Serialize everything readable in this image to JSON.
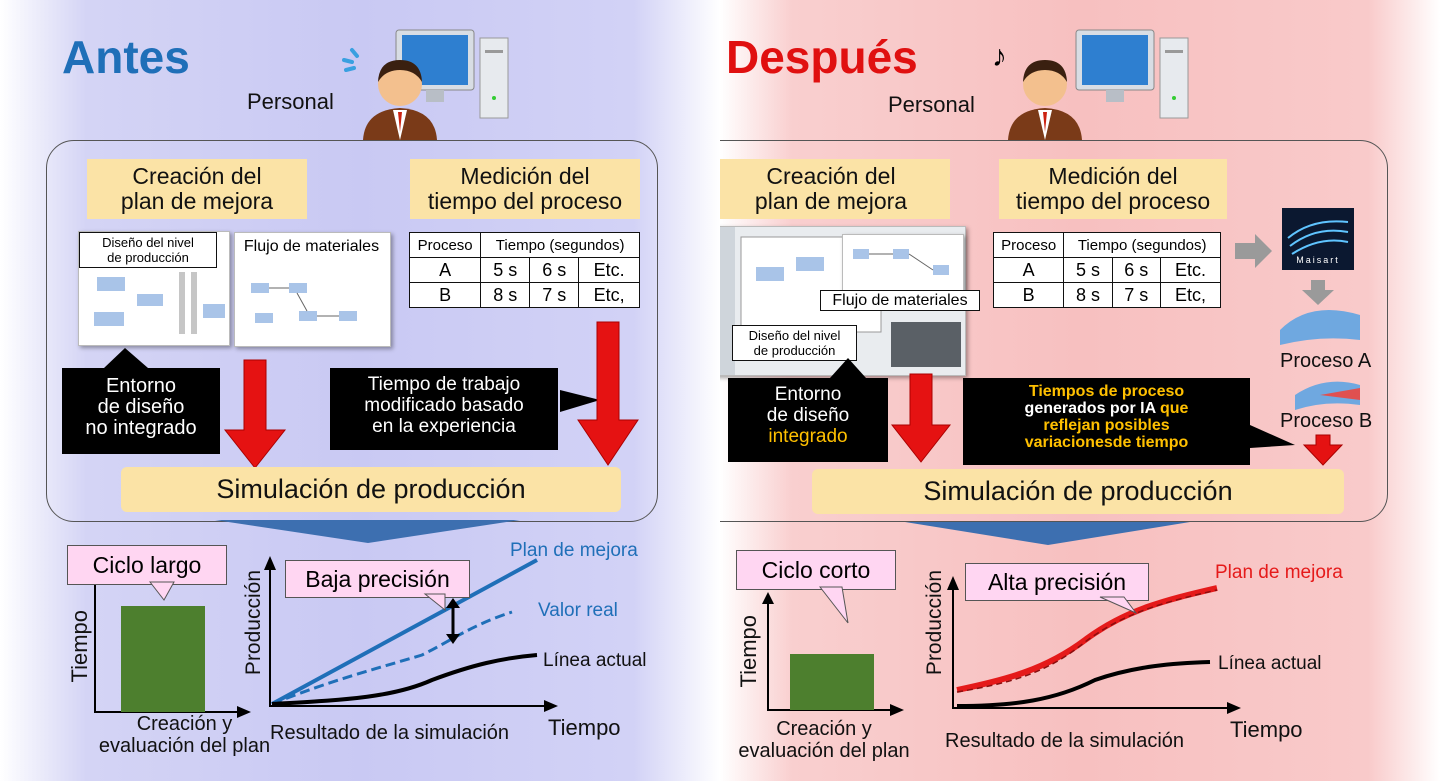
{
  "left": {
    "title": "Antes",
    "personal": "Personal",
    "plan_box": "Creación del\nplan de mejora",
    "measure_box": "Medición del\ntiempo del proceso",
    "card_nivel": "Diseño del nivel\nde producción",
    "card_flujo": "Flujo de materiales",
    "table": {
      "headers": [
        "Proceso",
        "Tiempo (segundos)"
      ],
      "rows": [
        [
          "A",
          "5 s",
          "6 s",
          "Etc."
        ],
        [
          "B",
          "8 s",
          "7 s",
          "Etc,"
        ]
      ]
    },
    "env_box": "Entorno\nde diseño\nno integrado",
    "work_box": "Tiempo de trabajo\nmodificado basado\nen la experiencia",
    "sim": "Simulación de producción",
    "cycle": "Ciclo largo",
    "cycle_ylabel": "Tiempo",
    "cycle_xlabel": "Creación y\nevaluación del plan",
    "precision": "Baja precisión",
    "ylabel": "Producción",
    "xlabel": "Tiempo",
    "result": "Resultado de la simulación",
    "series_plan": "Plan de mejora",
    "series_real": "Valor real",
    "series_line": "Línea actual"
  },
  "right": {
    "title": "Después",
    "personal": "Personal",
    "plan_box": "Creación del\nplan de mejora",
    "measure_box": "Medición del\ntiempo del proceso",
    "card_flujo": "Flujo de materiales",
    "card_nivel": "Diseño del nivel\nde producción",
    "table": {
      "headers": [
        "Proceso",
        "Tiempo (segundos)"
      ],
      "rows": [
        [
          "A",
          "5 s",
          "6 s",
          "Etc."
        ],
        [
          "B",
          "8 s",
          "7 s",
          "Etc,"
        ]
      ]
    },
    "maisart": "Maisart",
    "proc_a": "Proceso A",
    "proc_b": "Proceso B",
    "env_box_1": "Entorno\nde diseño",
    "env_box_2": "integrado",
    "ai_1": "Tiempos de proceso",
    "ai_2": "generados por IA",
    "ai_3": "que",
    "ai_4": "reflejan posibles\nvariacionesde tiempo",
    "sim": "Simulación de producción",
    "cycle": "Ciclo corto",
    "cycle_ylabel": "Tiempo",
    "cycle_xlabel": "Creación y\nevaluación del plan",
    "precision": "Alta precisión",
    "ylabel": "Producción",
    "xlabel": "Tiempo",
    "result": "Resultado de la simulación",
    "series_plan": "Plan de mejora",
    "series_line": "Línea actual"
  },
  "colors": {
    "antes_title": "#1f6fb8",
    "despues_title": "#e01010",
    "arrow_red": "#e51212",
    "plan_blue": "#1f6fb8",
    "plan_red": "#e51a1a",
    "bar_green": "#4d7f2e",
    "chevron_blue": "#3d6fb0"
  }
}
